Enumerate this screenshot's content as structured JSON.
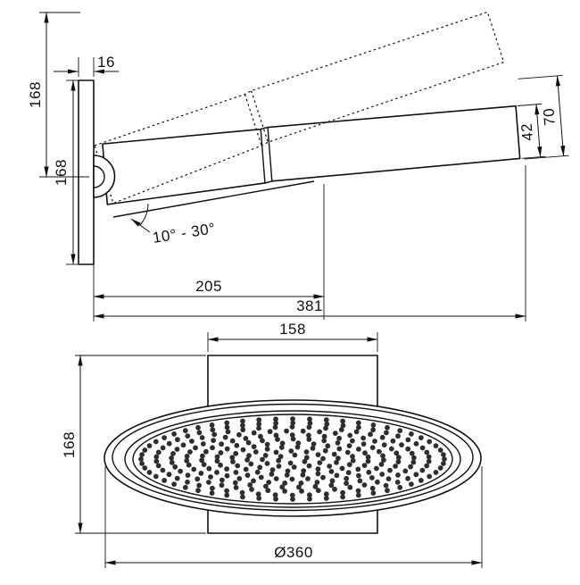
{
  "side_view": {
    "dims": {
      "overall_height": "168",
      "plate_thickness": "16",
      "plate_height": "168",
      "angle_range": "10° - 30°",
      "projection_to_joint": "205",
      "projection_total": "381",
      "head_thickness": "42",
      "head_end_height": "70"
    }
  },
  "top_view": {
    "dims": {
      "plate_width": "158",
      "plate_height": "168",
      "head_diameter": "Ø360"
    }
  },
  "style": {
    "line_color": "#111111",
    "background": "#ffffff"
  }
}
